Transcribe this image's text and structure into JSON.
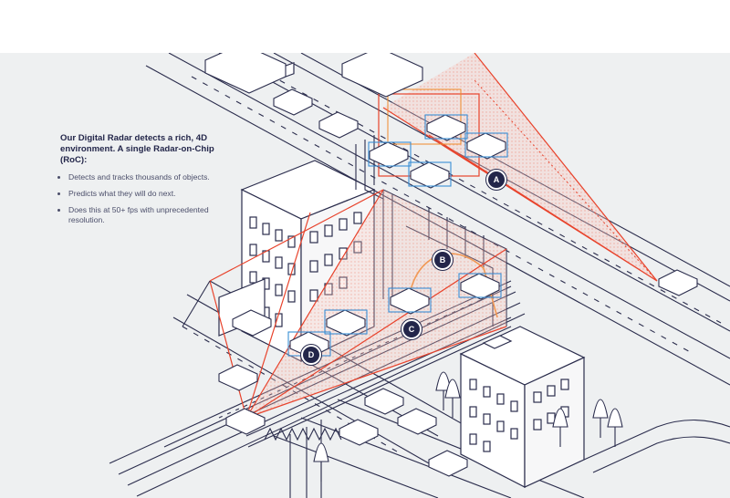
{
  "description": {
    "title": "Our Digital Radar detects a rich, 4D environment. A single Radar-on-Chip (RoC):",
    "bullets": [
      "Detects and tracks thousands of objects.",
      "Predicts what they will do next.",
      "Does this at 50+ fps with unprecedented resolution."
    ]
  },
  "markers": {
    "a": "A",
    "b": "B",
    "c": "C",
    "d": "D"
  },
  "colors": {
    "background": "#eef0f1",
    "line": "#2b2d4d",
    "radar_beam": "#e8432c",
    "radar_fill": "#f6c7bd",
    "secondary_beam": "#f08a2a",
    "marker": "#23264a",
    "detection_box": "#3a8fd6"
  }
}
